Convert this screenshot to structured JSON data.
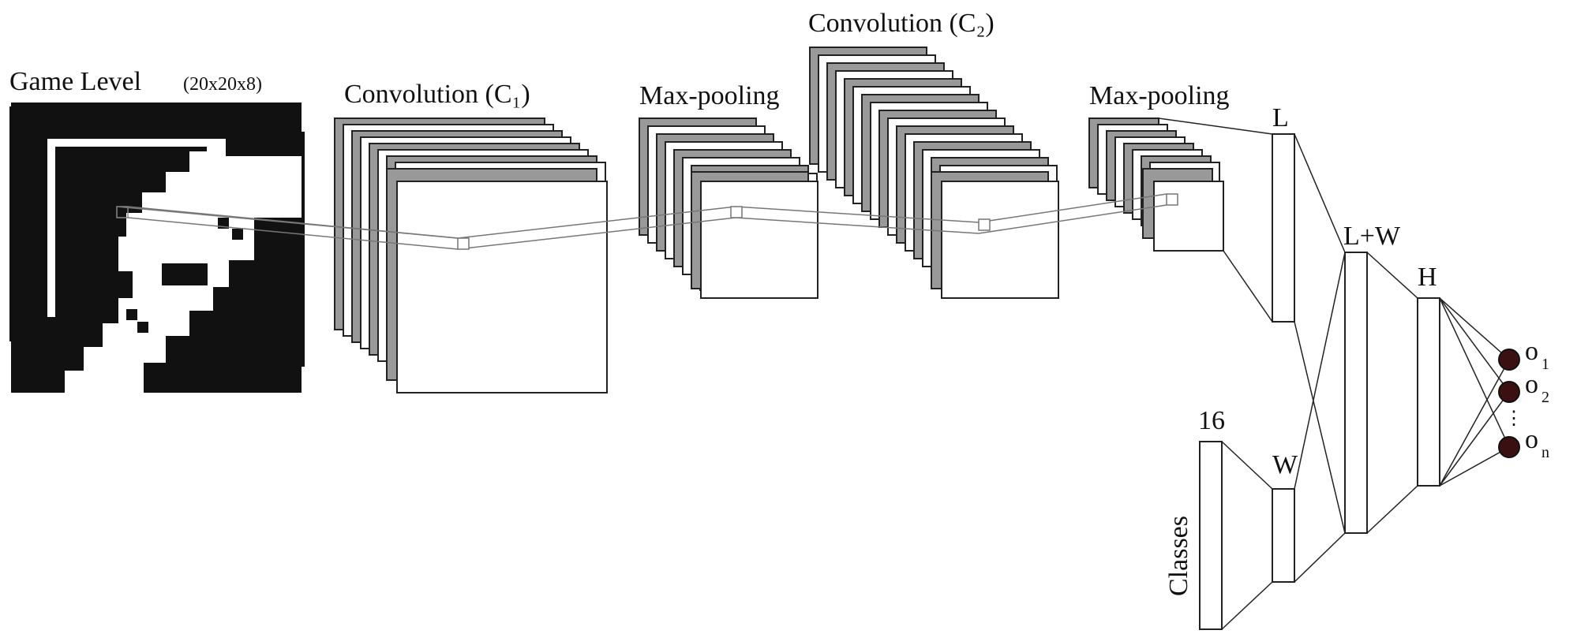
{
  "diagram": {
    "labels": {
      "game_level": "Game Level",
      "game_level_dims": "(20x20x8)",
      "conv1": "Convolution (C₁)",
      "maxpool1": "Max-pooling",
      "conv2": "Convolution (C₂)",
      "maxpool2": "Max-pooling",
      "layer_l": "L",
      "layer_lw": "L+W",
      "layer_h": "H",
      "layer_w": "W",
      "classes_count": "16",
      "classes": "Classes",
      "o1": "o",
      "o1_sub": "1",
      "o2": "o",
      "o2_sub": "2",
      "on": "o",
      "on_sub": "n",
      "ellipsis": "⋮"
    },
    "colors": {
      "line": "#222222",
      "feature_map_fill": "#999999",
      "level_black": "#111111",
      "output_node": "#3a1010"
    }
  }
}
